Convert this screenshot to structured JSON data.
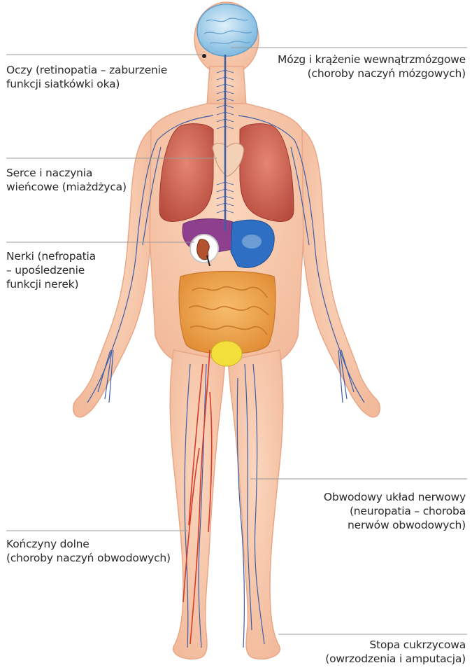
{
  "labels": {
    "eyes": [
      "Oczy (retinopatia – zaburzenie",
      "funkcji siatkówki oka)"
    ],
    "heart": [
      "Serce i naczynia",
      "wieńcowe (miażdżyca)"
    ],
    "kidneys": [
      "Nerki (nefropatia",
      "– upośledzenie",
      "funkcji nerek)"
    ],
    "legs": [
      "Kończyny dolne",
      "(choroby naczyń obwodowych)"
    ],
    "brain": [
      "Mózg i krążenie wewnątrzmózgowe",
      "(choroby naczyń mózgowych)"
    ],
    "nerves": [
      "Obwodowy układ nerwowy",
      "(neuropatia – choroba",
      "nerwów obwodowych)"
    ],
    "foot": [
      "Stopa cukrzycowa",
      "(owrzodzenia i amputacja)"
    ]
  },
  "colors": {
    "skin": "#f7c7a8",
    "skin_edge": "#e8a788",
    "vein": "#3b5ea8",
    "artery": "#d63b2b",
    "lungs": "#d2604e",
    "brain": "#a9d3ec",
    "liver": "#8e3f8e",
    "stomach": "#2e6fc4",
    "intestine": "#f0a046",
    "bladder": "#f3df3c",
    "leader_line": "#9a9a9a"
  }
}
